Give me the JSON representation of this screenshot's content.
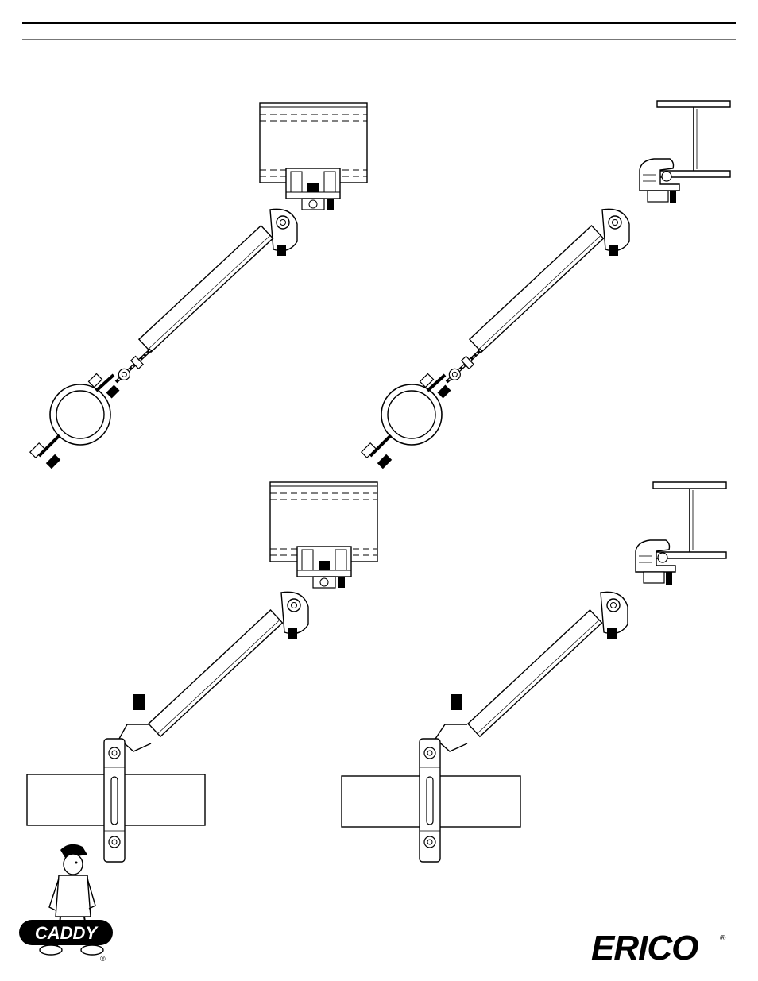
{
  "brand": {
    "caddy_logo_text": "CADDY",
    "caddy_registered_mark": "®",
    "erico_logo_text": "ERICO",
    "erico_registered_mark": "®"
  },
  "figures": [
    {
      "id": "top-left",
      "upper_mount": "deck",
      "lower_attachment": "pipe-ring"
    },
    {
      "id": "top-right",
      "upper_mount": "i-beam-clamp",
      "lower_attachment": "pipe-ring"
    },
    {
      "id": "bottom-left",
      "upper_mount": "deck",
      "lower_attachment": "strap-clamp"
    },
    {
      "id": "bottom-right",
      "upper_mount": "i-beam-clamp",
      "lower_attachment": "strap-clamp"
    }
  ]
}
